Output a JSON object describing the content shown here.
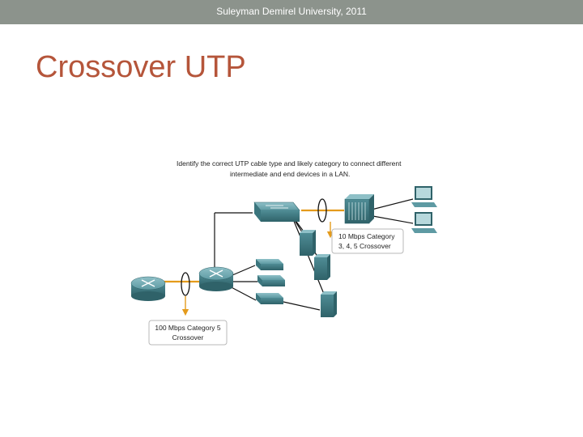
{
  "header": {
    "text": "Suleyman Demirel University, 2011"
  },
  "slide": {
    "title": "Crossover UTP"
  },
  "diagram": {
    "caption": [
      "Identify the correct UTP cable type and likely category to connect different",
      "intermediate and end devices in a LAN."
    ],
    "callouts": {
      "switch_hub": [
        "10 Mbps Category",
        "3, 4, 5 Crossover"
      ],
      "router_router": [
        "100 Mbps Category 5",
        "Crossover"
      ]
    },
    "colors": {
      "header_bar": "#8c938c",
      "title": "#b5553a",
      "device": "#4f8c95",
      "crossover_cable": "#e49b1c",
      "cable": "#111111"
    }
  }
}
